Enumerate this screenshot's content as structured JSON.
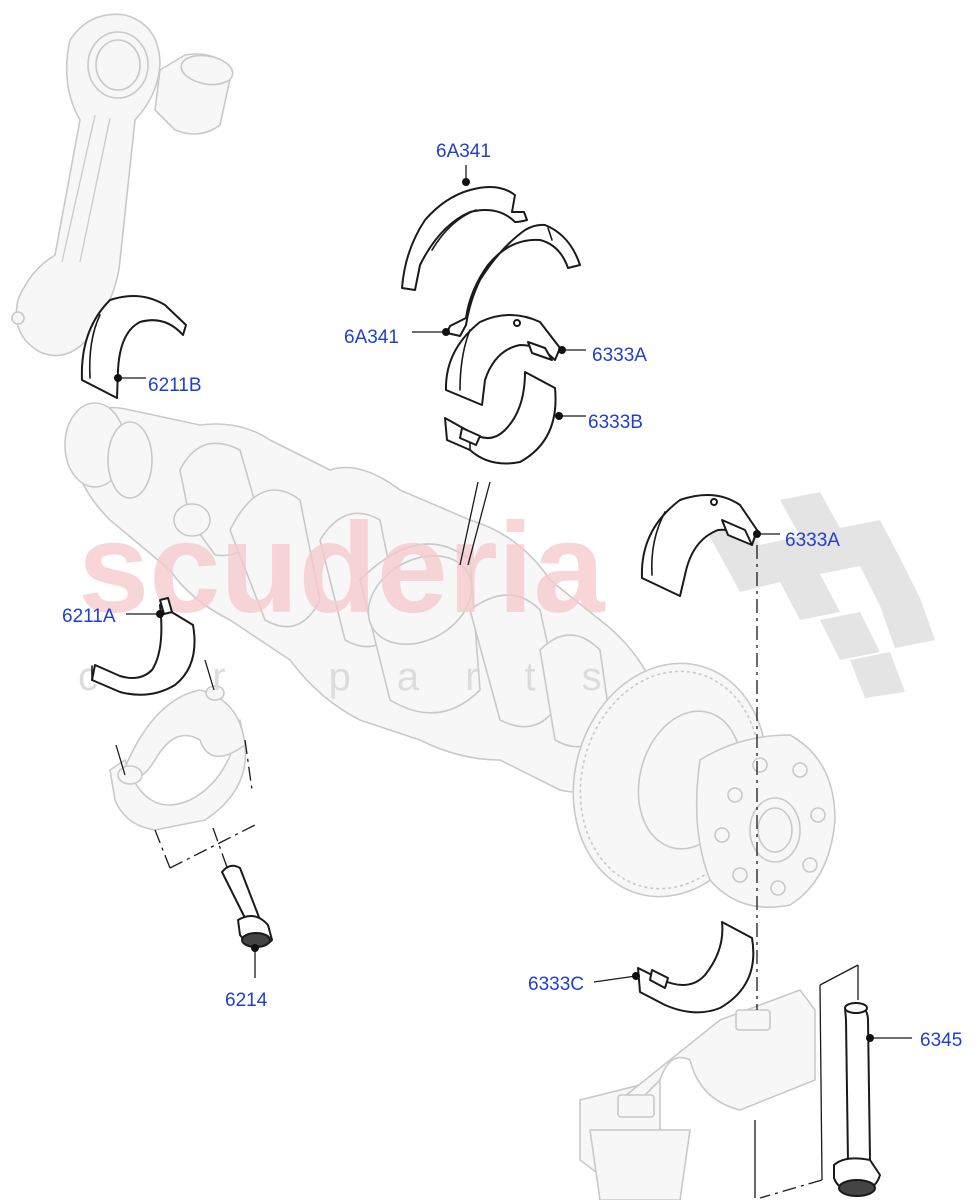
{
  "watermark": {
    "brand": "scuderia",
    "tagline": "car parts"
  },
  "callouts": {
    "c_6A341_top": "6A341",
    "c_6A341_mid": "6A341",
    "c_6211B": "6211B",
    "c_6333A_top": "6333A",
    "c_6333B": "6333B",
    "c_6333A_right": "6333A",
    "c_6211A": "6211A",
    "c_6214": "6214",
    "c_6333C": "6333C",
    "c_6345": "6345"
  },
  "colors": {
    "callout_text": "#1f3fd1",
    "watermark_red": "#f6c9cb",
    "line": "#1a1a1a",
    "ghost": "#c9c9c9"
  }
}
